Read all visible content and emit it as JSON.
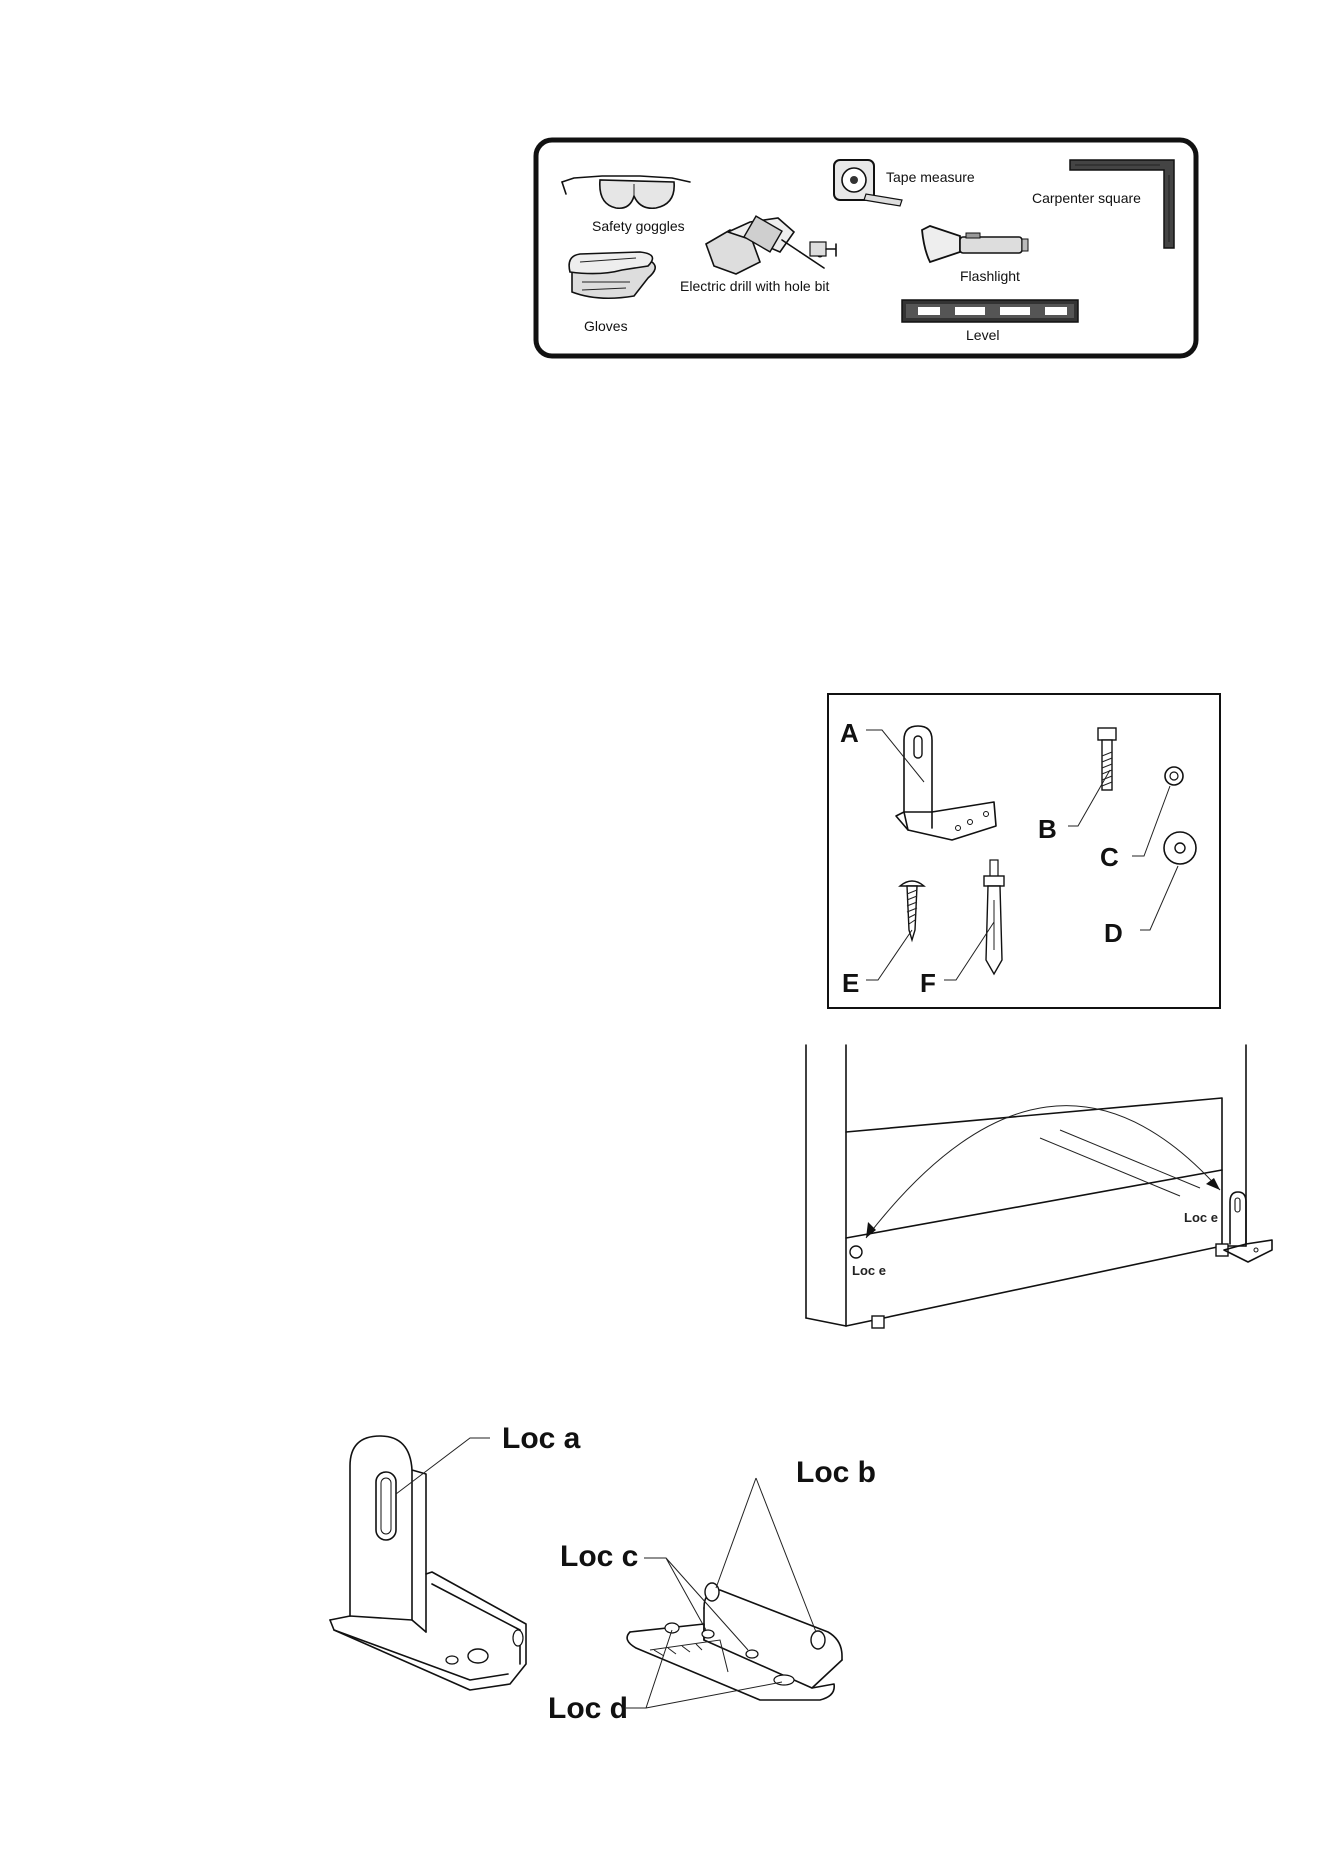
{
  "tools_panel": {
    "safety_goggles": "Safety goggles",
    "gloves": "Gloves",
    "electric_drill": "Electric drill with hole bit",
    "tape_measure": "Tape measure",
    "flashlight": "Flashlight",
    "level": "Level",
    "carpenter_square": "Carpenter square",
    "icons": [
      "goggles-icon",
      "gloves-icon",
      "drill-icon",
      "tape-measure-icon",
      "flashlight-icon",
      "level-icon",
      "carpenter-square-icon"
    ]
  },
  "parts_panel": {
    "A": "A",
    "B": "B",
    "C": "C",
    "D": "D",
    "E": "E",
    "F": "F"
  },
  "install_figure": {
    "loc_left": "Loc e",
    "loc_right": "Loc e"
  },
  "bracket_figure": {
    "loc_a": "Loc a",
    "loc_b": "Loc b",
    "loc_c": "Loc c",
    "loc_d": "Loc d"
  }
}
